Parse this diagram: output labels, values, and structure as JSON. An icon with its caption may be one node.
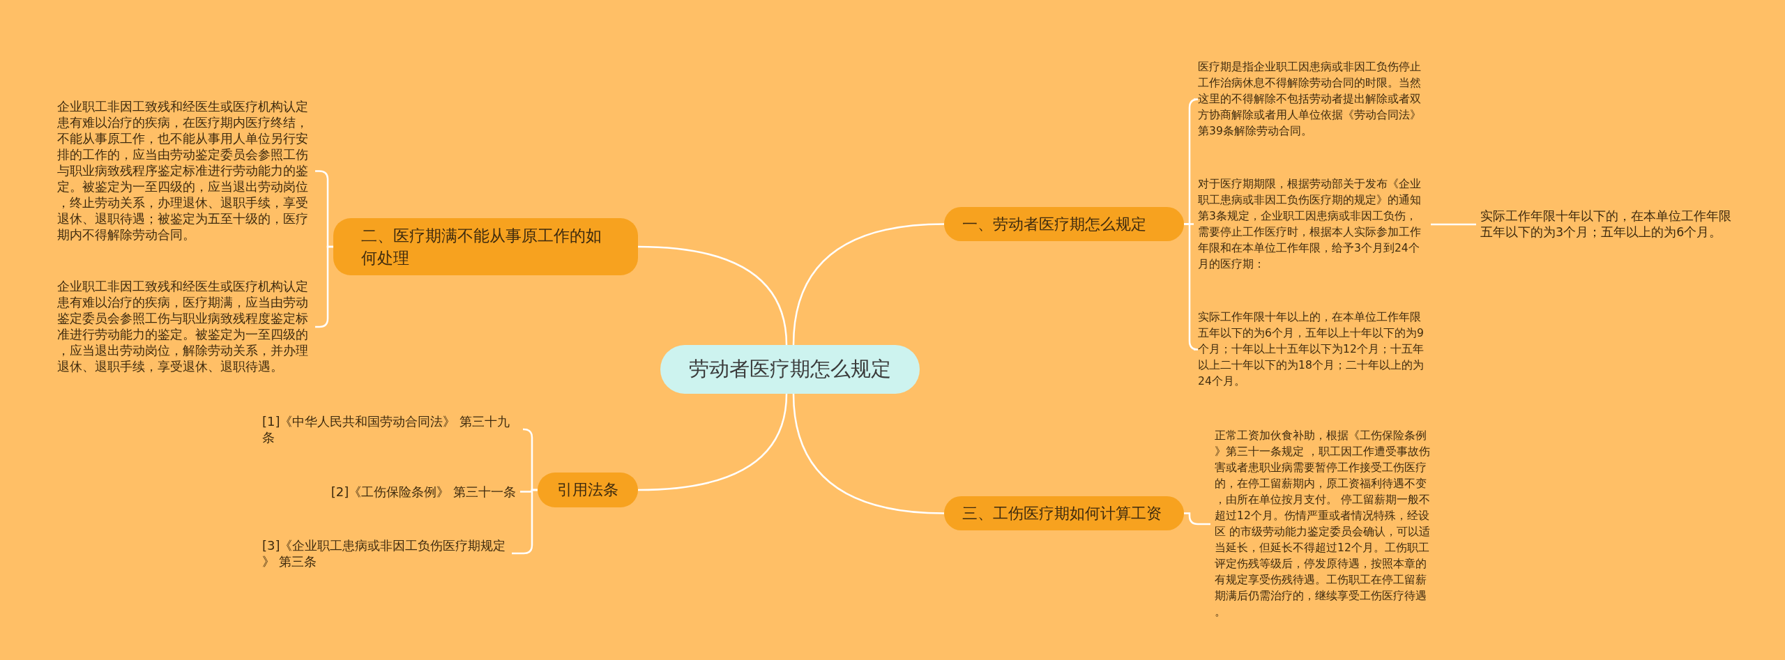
{
  "diagram": {
    "nodes": [
      {
        "text": [
          "劳动者医疗期怎么规定"
        ]
      },
      {
        "text": [
          "一、劳动者医疗期怎么规定"
        ]
      },
      {
        "text": [
          "医疗期是指企业职工因患病或非因工负伤停止工作治病休息不得解除劳动合同的时限。当然这里的不得解除不包括劳动者提出解除或者双方协商解除或者用人单位依据《劳动合同法》第39条解除劳动合同。"
        ]
      },
      {
        "text": [
          "对于医疗期期限，根据劳动部关于发布《企业职工患病或非因工负伤医疗期的规定》的通知第3条规定，企业职工因患病或非因工负伤，需要停止工作医疗时，根据本人实际参加工作年限和在本单位工作年限，给予3个月到24个月的医疗期："
        ]
      },
      {
        "text": [
          "实际工作年限十年以下的，在本单位工作年限五年以下的为3个月；五年以上的为6个月。"
        ]
      },
      {
        "text": [
          "实际工作年限十年以上的，在本单位工作年限五年以下的为6个月，五年以上十年以下的为9个月；十年以上十五年以下为12个月；十五年以上二十年以下的为18个月；二十年以上的为24个月。"
        ]
      },
      {
        "text": [
          "二、医疗期满不能从事原工作的如何处理"
        ]
      },
      {
        "text": [
          "企业职工非因工致残和经医生或医疗机构认定患有难以治疗的疾病，在医疗期内医疗终结，不能从事原工作，也不能从事用人单位另行安排的工作的，应当由劳动鉴定委员会参照工伤与职业病致残程序鉴定标准进行劳动能力的鉴定。被鉴定为一至四级的，应当退出劳动岗位，终止劳动关系，办理退休、退职手续，享受退休、退职待遇；被鉴定为五至十级的，医疗期内不得解除劳动合同。"
        ]
      },
      {
        "text": [
          "企业职工非因工致残和经医生或医疗机构认定患有难以治疗的疾病，医疗期满，应当由劳动鉴定委员会参照工伤与职业病致残程度鉴定标准进行劳动能力的鉴定。被鉴定为一至四级的，应当退出劳动岗位，解除劳动关系，并办理退休、退职手续，享受退休、退职待遇。"
        ]
      },
      {
        "text": [
          "引用法条"
        ]
      },
      {
        "text": [
          "[1]《中华人民共和国劳动合同法》 第三十九条"
        ]
      },
      {
        "text": [
          "[2]《工伤保险条例》 第三十一条"
        ]
      },
      {
        "text": [
          "[3]《企业职工患病或非因工负伤医疗期规定》 第三条"
        ]
      },
      {
        "text": [
          "三、工伤医疗期如何计算工资"
        ]
      },
      {
        "text": [
          "正常工资加伙食补助，根据《工伤保险条例》第三十一条规定 ，职工因工作遭受事故伤害或者患职业病需要暂停工作接受工伤医疗的，在停工留薪期内，原工资福利待遇不变，由所在单位按月支付。 停工留薪期一般不超过12个月。伤情严重或者情况特殊，经设区 的市级劳动能力鉴定委员会确认，可以适当延长，但延长不得超过12个月。工伤职工评定伤残等级后，停发原待遇，按照本章的有规定享受伤残待遇。工伤职工在停工留薪期满后仍需治疗的，继续享受工伤医疗待遇。"
        ]
      }
    ],
    "edges": [
      {
        "from": 0,
        "to": 1,
        "arrow": "none"
      },
      {
        "from": 1,
        "to": 2,
        "arrow": "none"
      },
      {
        "from": 1,
        "to": 3,
        "arrow": "none"
      },
      {
        "from": 3,
        "to": 4,
        "arrow": "none"
      },
      {
        "from": 1,
        "to": 5,
        "arrow": "none"
      },
      {
        "from": 0,
        "to": 6,
        "arrow": "none"
      },
      {
        "from": 6,
        "to": 7,
        "arrow": "none"
      },
      {
        "from": 6,
        "to": 8,
        "arrow": "none"
      },
      {
        "from": 0,
        "to": 9,
        "arrow": "none"
      },
      {
        "from": 9,
        "to": 10,
        "arrow": "none"
      },
      {
        "from": 9,
        "to": 11,
        "arrow": "none"
      },
      {
        "from": 9,
        "to": 12,
        "arrow": "none"
      },
      {
        "from": 0,
        "to": 13,
        "arrow": "none"
      },
      {
        "from": 13,
        "to": 14,
        "arrow": "none"
      }
    ]
  }
}
